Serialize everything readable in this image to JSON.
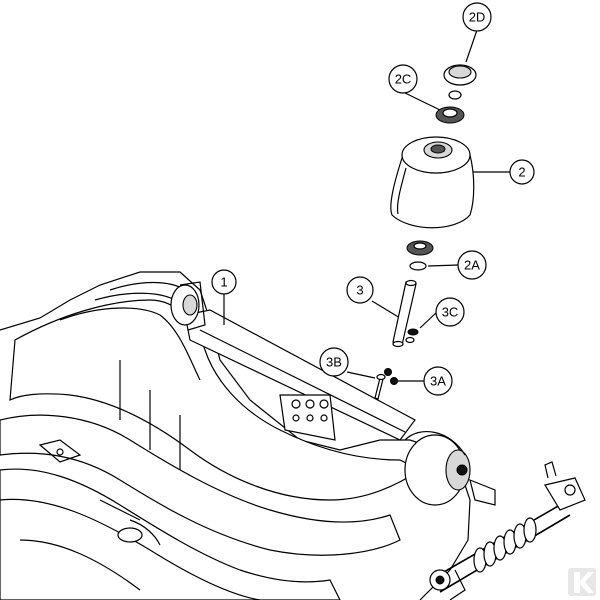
{
  "callouts": {
    "c1": "1",
    "c2": "2",
    "c2a": "2A",
    "c2b_none": "",
    "c2c": "2C",
    "c2d": "2D",
    "c3": "3",
    "c3a": "3A",
    "c3b": "3B",
    "c3c": "3C"
  },
  "colors": {
    "line": "#000000",
    "background": "#ffffff",
    "shade": "#d8d8d8"
  },
  "logo": {
    "text": "K"
  }
}
